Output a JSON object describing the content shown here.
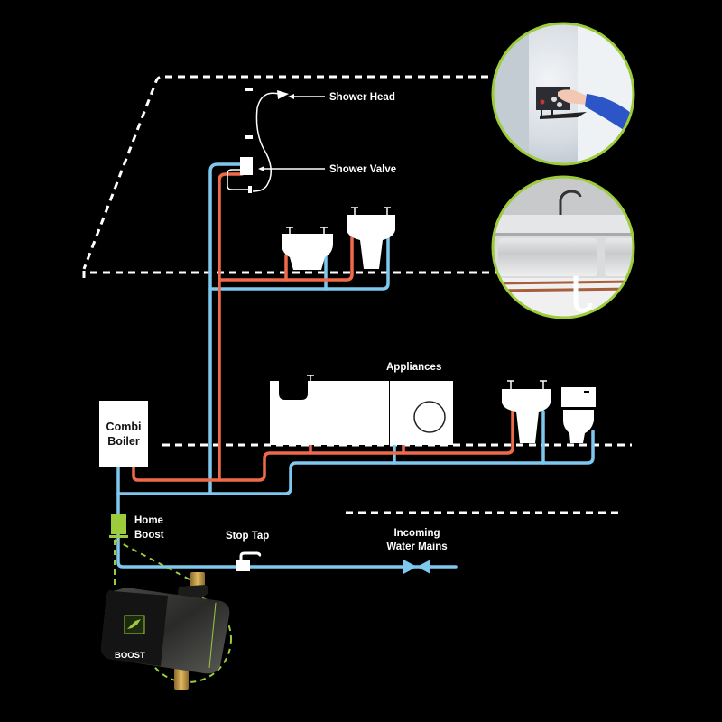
{
  "title": "Home Boost plumbing diagram",
  "colors": {
    "background": "#000000",
    "cold_pipe": "#7ec8ef",
    "hot_pipe": "#f06a4a",
    "accent_green": "#9ccb3b",
    "fixture": "#ffffff"
  },
  "labels": {
    "shower_head": "Shower Head",
    "shower_valve": "Shower Valve",
    "appliances": "Appliances",
    "combi_boiler_line1": "Combi",
    "combi_boiler_line2": "Boiler",
    "home_boost_line1": "Home",
    "home_boost_line2": "Boost",
    "stop_tap": "Stop Tap",
    "incoming_line1": "Incoming",
    "incoming_line2": "Water Mains",
    "pump_brand": "BOOST"
  },
  "photos": [
    {
      "name": "boiler-control-photo",
      "description": "hand adjusting combi boiler controls"
    },
    {
      "name": "kitchen-sink-photo",
      "description": "stainless steel sink with copper pipes"
    }
  ]
}
